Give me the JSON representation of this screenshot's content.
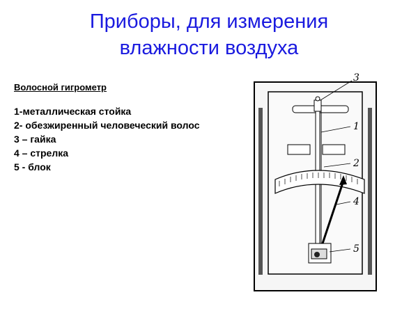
{
  "slide": {
    "title_line1": "Приборы, для измерения",
    "title_line2": "влажности воздуха"
  },
  "subtitle": "Волосной гигрометр",
  "parts": [
    "1-металлическая стойка",
    "2- обезжиренный человеческий волос",
    "3 – гайка",
    "4 – стрелка",
    "5 - блок"
  ],
  "diagram": {
    "callouts": [
      "1",
      "2",
      "3",
      "4",
      "5"
    ],
    "colors": {
      "title": "#1a1adf",
      "line": "#000000"
    }
  }
}
